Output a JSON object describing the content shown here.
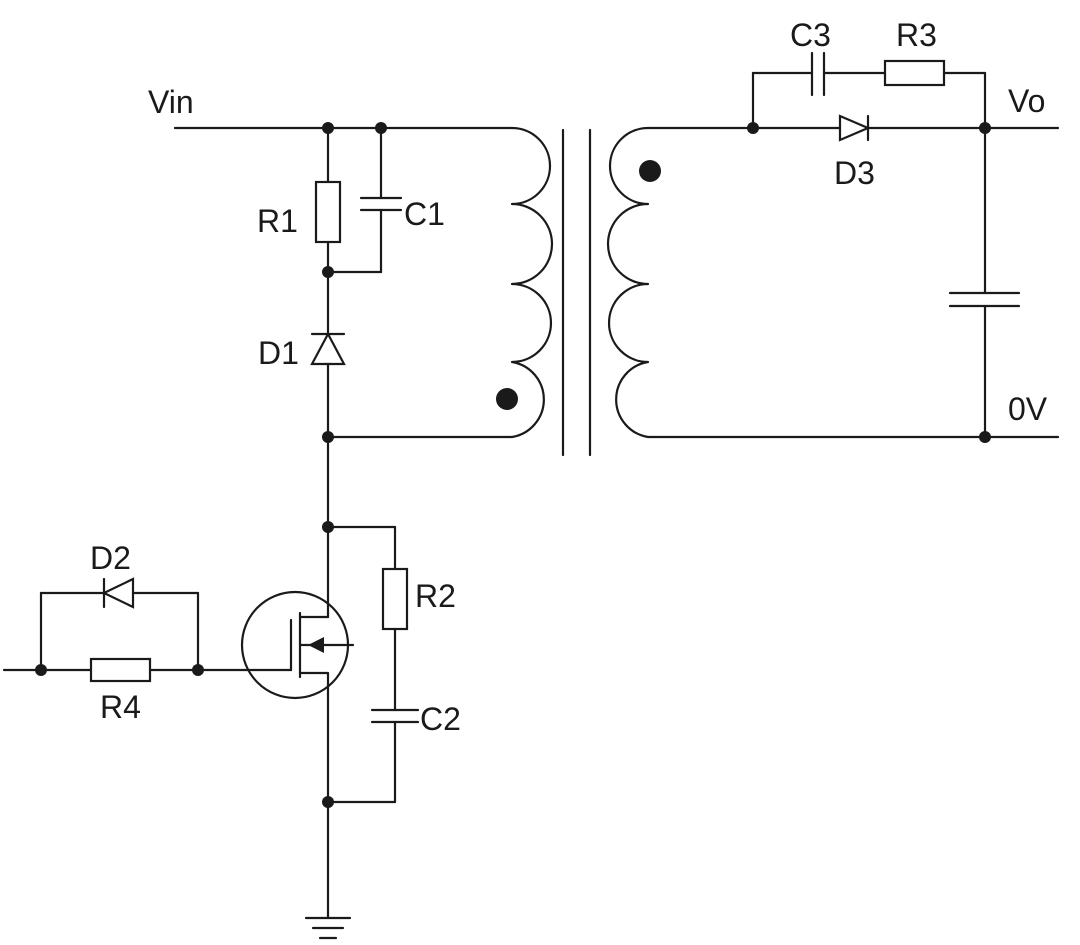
{
  "nets": {
    "vin": "Vin",
    "vo": "Vo",
    "zero": "0V"
  },
  "components": {
    "r1": "R1",
    "c1": "C1",
    "d1": "D1",
    "d2": "D2",
    "r2": "R2",
    "c2": "C2",
    "r4": "R4",
    "c3": "C3",
    "r3": "R3",
    "d3": "D3"
  }
}
